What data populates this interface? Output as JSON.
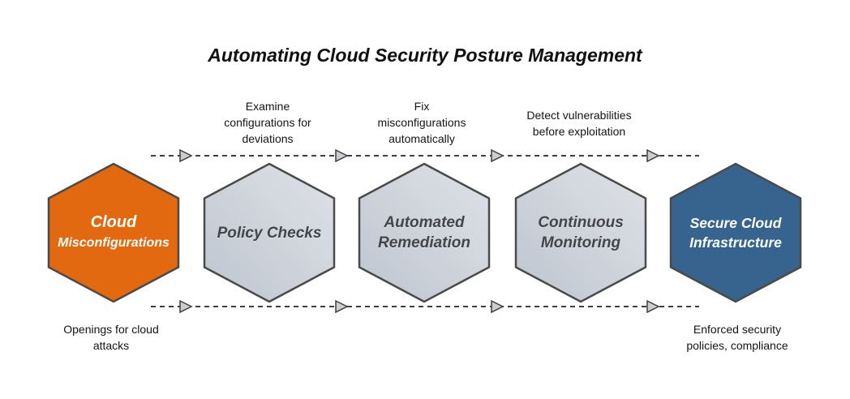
{
  "title": "Automating Cloud Security Posture Management",
  "colors": {
    "orange": "#E2690F",
    "blue": "#36648E",
    "hex_gradient_light": "#DFE2E7",
    "hex_gradient_dark": "#BEC5CF",
    "hex_outline": "#4A4A48",
    "dash_line": "#3F3F3F",
    "arrow_fill": "#C9CED4",
    "dark_text": "#434549",
    "light_text": "#FFFFFF"
  },
  "hexagons": [
    {
      "name": "cloud-misconfigurations",
      "line1": "Cloud",
      "line2": "Misconfigurations",
      "fill": "#E2690F"
    },
    {
      "name": "policy-checks",
      "line1": "Policy Checks",
      "line2": "",
      "fill": "url(#grayGrad)"
    },
    {
      "name": "automated-remediation",
      "line1": "Automated",
      "line2": "Remediation",
      "fill": "url(#grayGrad)"
    },
    {
      "name": "continuous-monitoring",
      "line1": "Continuous",
      "line2": "Monitoring",
      "fill": "url(#grayGrad)"
    },
    {
      "name": "secure-cloud-infrastructure",
      "line1": "Secure Cloud",
      "line2": "Infrastructure",
      "fill": "#36648E"
    }
  ],
  "flow_labels": {
    "top": [
      {
        "text": "Examine\nconfigurations for\ndeviations"
      },
      {
        "text": "Fix\nmisconfigurations\nautomatically"
      },
      {
        "text": "Detect vulnerabilities\nbefore exploitation"
      }
    ],
    "bottom_left": "Openings for cloud\nattacks",
    "bottom_right": "Enforced security\npolicies, compliance"
  }
}
